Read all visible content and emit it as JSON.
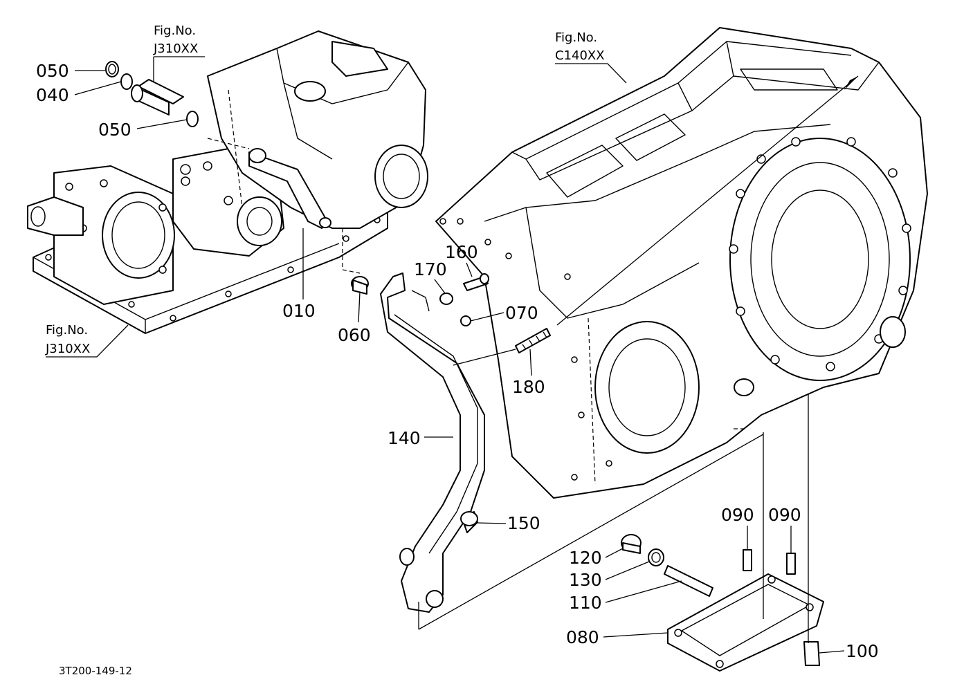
{
  "figure_refs": {
    "top_left": {
      "line1": "Fig.No.",
      "line2": "J310XX"
    },
    "bottom_left": {
      "line1": "Fig.No.",
      "line2": "J310XX"
    },
    "top_right": {
      "line1": "Fig.No.",
      "line2": "C140XX"
    }
  },
  "parts": {
    "p010": "010",
    "p040": "040",
    "p050a": "050",
    "p050b": "050",
    "p060": "060",
    "p070": "070",
    "p080": "080",
    "p090a": "090",
    "p090b": "090",
    "p100": "100",
    "p110": "110",
    "p120": "120",
    "p130": "130",
    "p140": "140",
    "p150": "150",
    "p160": "160",
    "p170": "170",
    "p180": "180"
  },
  "diagram_code": "3T200-149-12"
}
